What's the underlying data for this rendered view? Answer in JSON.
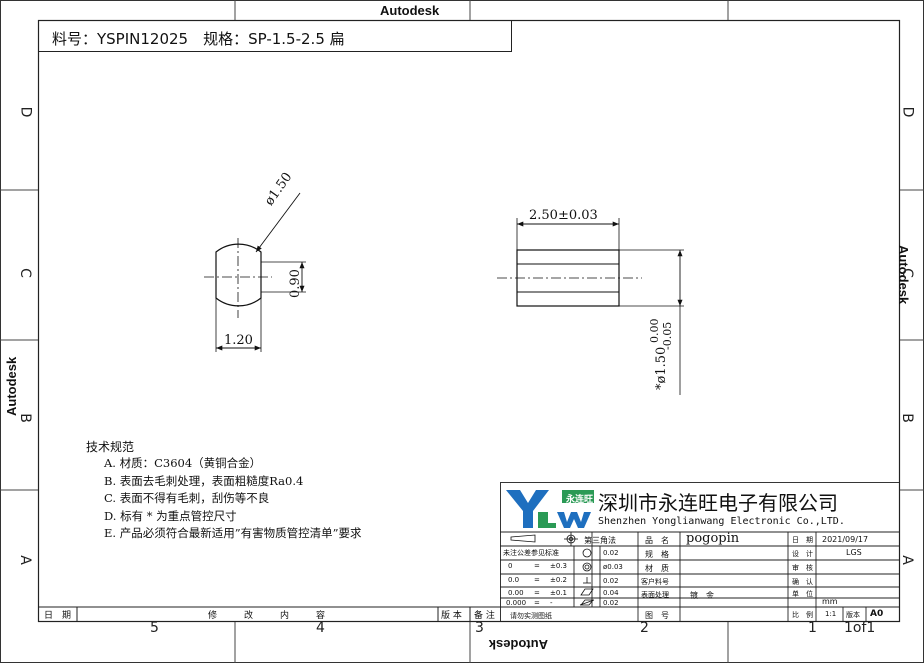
{
  "watermark": {
    "brand": "Autodesk"
  },
  "header": {
    "part_no": "料号：YSPIN12025　规格：SP-1.5-2.5 扁"
  },
  "zones": {
    "rows": [
      "D",
      "C",
      "B",
      "A"
    ],
    "cols_bottom": [
      "5",
      "4",
      "3",
      "2",
      "1"
    ],
    "sheet": "1of1"
  },
  "dims": {
    "dia_ball": "ø1.50",
    "height_090": "0.90",
    "width_120": "1.20",
    "length": "2.50±0.03",
    "dia_cyl": "*ø1.50",
    "tol_upper": "0.00",
    "tol_lower": "-0.05"
  },
  "notes": {
    "title": "技术规范",
    "items": [
      "A. 材质：C3604（黄铜合金）",
      "B. 表面去毛刺处理，表面粗糙度Ra0.4",
      "C. 表面不得有毛刺，刮伤等不良",
      "D. 标有 * 为重点管控尺寸",
      "E. 产品必须符合最新适用”有害物质管控清单”要求"
    ]
  },
  "company": {
    "logo_text": "永连旺",
    "name_cn": "深圳市永连旺电子有限公司",
    "name_en": "Shenzhen Yonglianwang Electronic Co.,LTD."
  },
  "title_block": {
    "projection": "第三角法",
    "tol_header": "未注公差参见标准",
    "tol_rows": [
      {
        "range": "0",
        "eq": "=",
        "tol": "±0.3"
      },
      {
        "range": "0.0",
        "eq": "=",
        "tol": "±0.2"
      },
      {
        "range": "0.00",
        "eq": "=",
        "tol": "±0.1"
      },
      {
        "range": "0.000",
        "eq": "=",
        "tol": "-"
      }
    ],
    "gdt_values": [
      "0.02",
      "ø0.03",
      "0.02",
      "0.04",
      "0.02"
    ],
    "name_label": "品　名",
    "name_value": "pogopin",
    "spec_label": "规　格",
    "material_label": "材　质",
    "cust_no_label": "客户料号",
    "surface_label": "表面处理",
    "surface_value": "镀　金",
    "drawing_no_label": "图　号",
    "date_label": "日　期",
    "date_value": "2021/09/17",
    "designer_label": "设　计",
    "designer_value": "LGS",
    "review_label": "审　核",
    "confirm_label": "确　认",
    "unit_label": "单　位",
    "unit_value": "mm",
    "scale_label": "比　例",
    "scale_value": "1:1",
    "version_label": "版本",
    "version_value": "A0",
    "measure_note": "请勿实测图纸"
  },
  "revision": {
    "date": "日　期",
    "content": "修　　　改　　　内　　　容",
    "version": "版 本",
    "remark": "备 注"
  }
}
